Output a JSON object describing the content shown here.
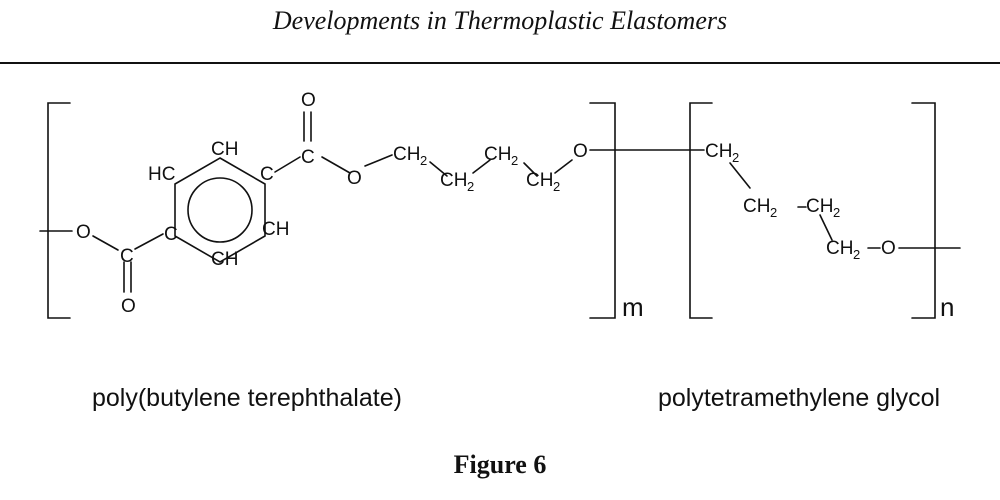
{
  "header": {
    "running_title": "Developments in Thermoplastic Elastomers"
  },
  "figure": {
    "atoms": {
      "O": "O",
      "C": "C",
      "CH": "CH",
      "HC": "HC",
      "CH2": "CH",
      "two": "2"
    },
    "subscripts": {
      "m": "m",
      "n": "n"
    },
    "labels": {
      "left": "poly(butylene terephthalate)",
      "right": "polytetramethylene glycol"
    },
    "caption": "Figure 6"
  }
}
